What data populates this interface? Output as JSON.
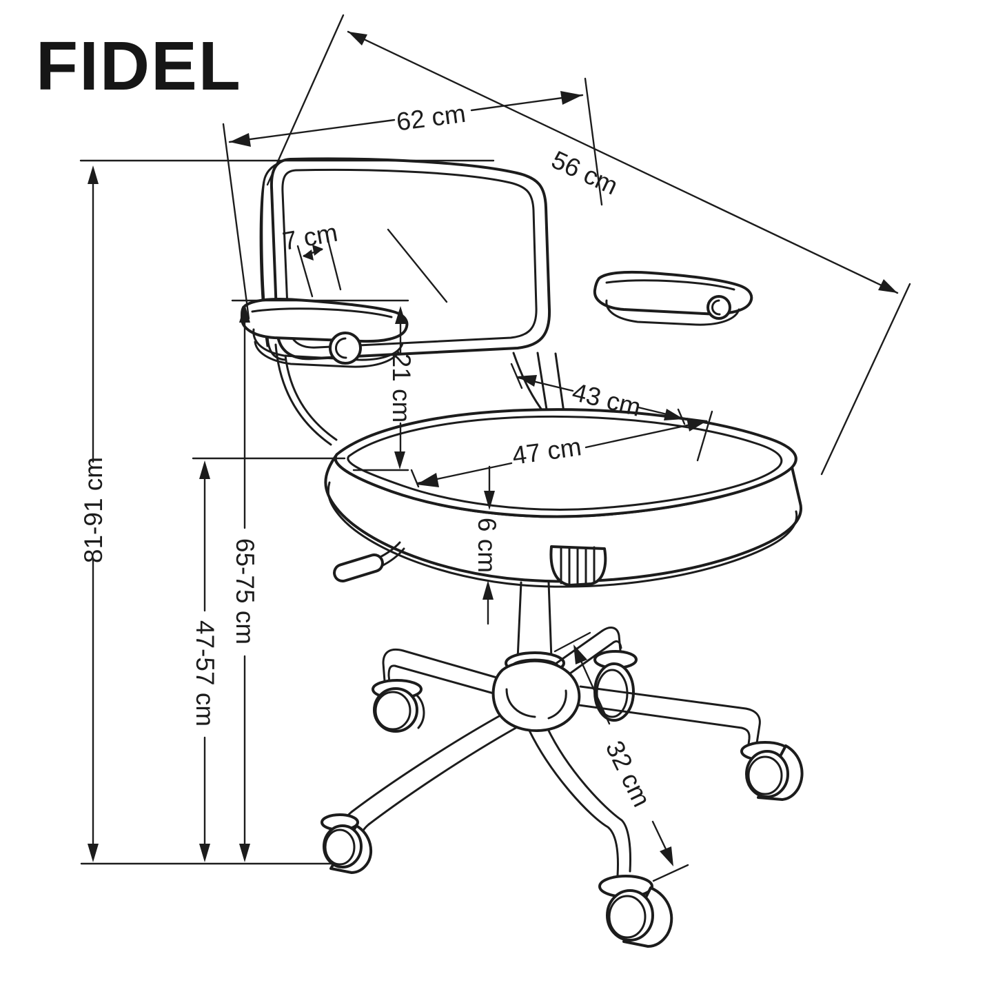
{
  "title": "FIDEL",
  "diagram": {
    "type": "technical-dimension-drawing",
    "subject": "office swivel chair with armrests and five-star caster base",
    "units": "cm",
    "colors": {
      "line": "#1c1c1c",
      "background": "#ffffff"
    }
  },
  "dimensions": {
    "back_width": {
      "label": "62 cm",
      "value": 62,
      "measures": "backrest width (top, perspective)"
    },
    "depth": {
      "label": "56 cm",
      "value": 56,
      "measures": "overall depth (backrest top to seat front corner)"
    },
    "armrest_pad_width": {
      "label": "7 cm",
      "value": 7,
      "measures": "armrest pad width"
    },
    "armrest_over_seat": {
      "label": "21 cm",
      "value": 21,
      "measures": "armrest height above seat"
    },
    "seat_depth": {
      "label": "43 cm",
      "value": 43,
      "measures": "seat depth"
    },
    "seat_width": {
      "label": "47 cm",
      "value": 47,
      "measures": "seat width"
    },
    "seat_thickness": {
      "label": "6 cm",
      "value": 6,
      "measures": "seat cushion thickness"
    },
    "total_height": {
      "label": "81-91 cm",
      "min": 81,
      "max": 91,
      "measures": "total height (adjustable)"
    },
    "seat_height": {
      "label": "47-57 cm",
      "min": 47,
      "max": 57,
      "measures": "seat height (adjustable)"
    },
    "armrest_height": {
      "label": "65-75 cm",
      "min": 65,
      "max": 75,
      "measures": "armrest height (adjustable)"
    },
    "base_leg_length": {
      "label": "32 cm",
      "value": 32,
      "measures": "base leg length (hub to caster)"
    }
  }
}
